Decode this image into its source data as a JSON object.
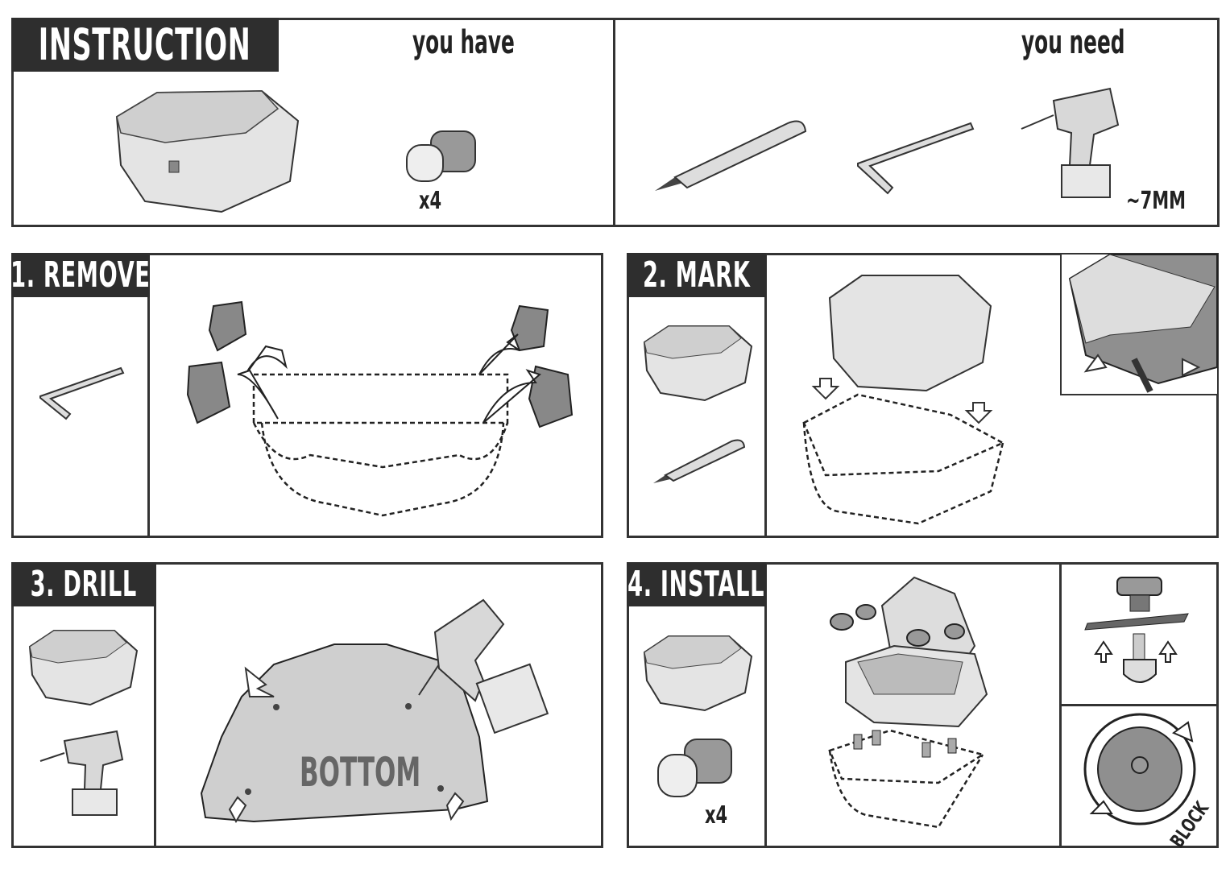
{
  "header": {
    "title": "INSTRUCTION",
    "you_have": "you have",
    "you_need": "you need"
  },
  "have": {
    "quantity": "x4"
  },
  "need": {
    "drill_bit": "~7MM"
  },
  "steps": [
    {
      "label": "1. REMOVE"
    },
    {
      "label": "2. MARK"
    },
    {
      "label": "3. DRILL",
      "surface_label": "BOTTOM"
    },
    {
      "label": "4. INSTALL",
      "quantity": "x4",
      "block_label": "BLOCK"
    }
  ]
}
